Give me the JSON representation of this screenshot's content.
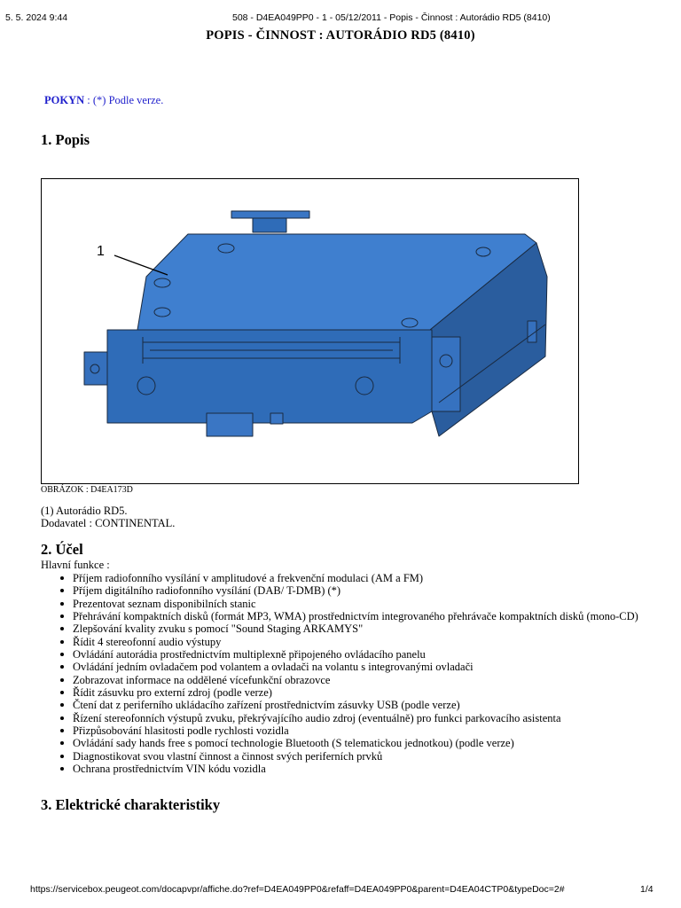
{
  "print_header": {
    "datetime": "5. 5. 2024 9:44",
    "doc_ref": "508 - D4EA049PP0 - 1 - 05/12/2011 - Popis - Činnost : Autorádio RD5 (8410)"
  },
  "title": "POPIS - ČINNOST : AUTORÁDIO RD5 (8410)",
  "note": {
    "label": "POKYN",
    "text": " : (*) Podle verze."
  },
  "section1": {
    "heading": "1. Popis",
    "figure": {
      "callout": "1",
      "caption": "OBRÁZOK : D4EA173D"
    },
    "description": [
      "(1) Autorádio RD5.",
      "Dodavatel : CONTINENTAL."
    ]
  },
  "section2": {
    "heading": "2. Účel",
    "intro": "Hlavní funkce :",
    "items": [
      "Příjem radiofonního vysílání v amplitudové a frekvenční modulaci (AM a FM)",
      "Příjem digitálního radiofonního vysílání (DAB/ T-DMB) (*)",
      "Prezentovat seznam disponibilních stanic",
      "Přehrávání kompaktních disků (formát MP3, WMA) prostřednictvím integrovaného přehrávače kompaktních disků (mono-CD)",
      "Zlepšování kvality zvuku s pomocí \"Sound Staging ARKAMYS\"",
      "Řídit 4 stereofonní audio výstupy",
      "Ovládání autorádia prostřednictvím multiplexně připojeného ovládacího panelu",
      "Ovládání jedním ovladačem pod volantem a ovladači na volantu s integrovanými ovladači",
      "Zobrazovat informace na oddělené vícefunkční obrazovce",
      "Řídit zásuvku pro externí zdroj (podle verze)",
      "Čtení dat z periferního ukládacího zařízení prostřednictvím zásuvky USB (podle verze)",
      "Řízení stereofonních výstupů zvuku, překrývajícího audio zdroj (eventuálně) pro funkci parkovacího asistenta",
      "Přizpůsobování hlasitosti podle rychlosti vozidla",
      "Ovládání sady hands free s pomocí technologie Bluetooth (S telematickou jednotkou) (podle verze)",
      "Diagnostikovat svou vlastní činnost a činnost svých periferních prvků",
      "Ochrana prostřednictvím VIN kódu vozidla"
    ]
  },
  "section3": {
    "heading": "3. Elektrické charakteristiky"
  },
  "print_footer": {
    "url": "https://servicebox.peugeot.com/docapvpr/affiche.do?ref=D4EA049PP0&refaff=D4EA049PP0&parent=D4EA04CTP0&typeDoc=2#",
    "page": "1/4"
  },
  "colors": {
    "note_blue": "#1f1fcc",
    "unit_top": "#3f7fcf",
    "unit_front": "#2f6cb8",
    "unit_side": "#2a5d9e",
    "unit_outline": "#1a2a40"
  }
}
